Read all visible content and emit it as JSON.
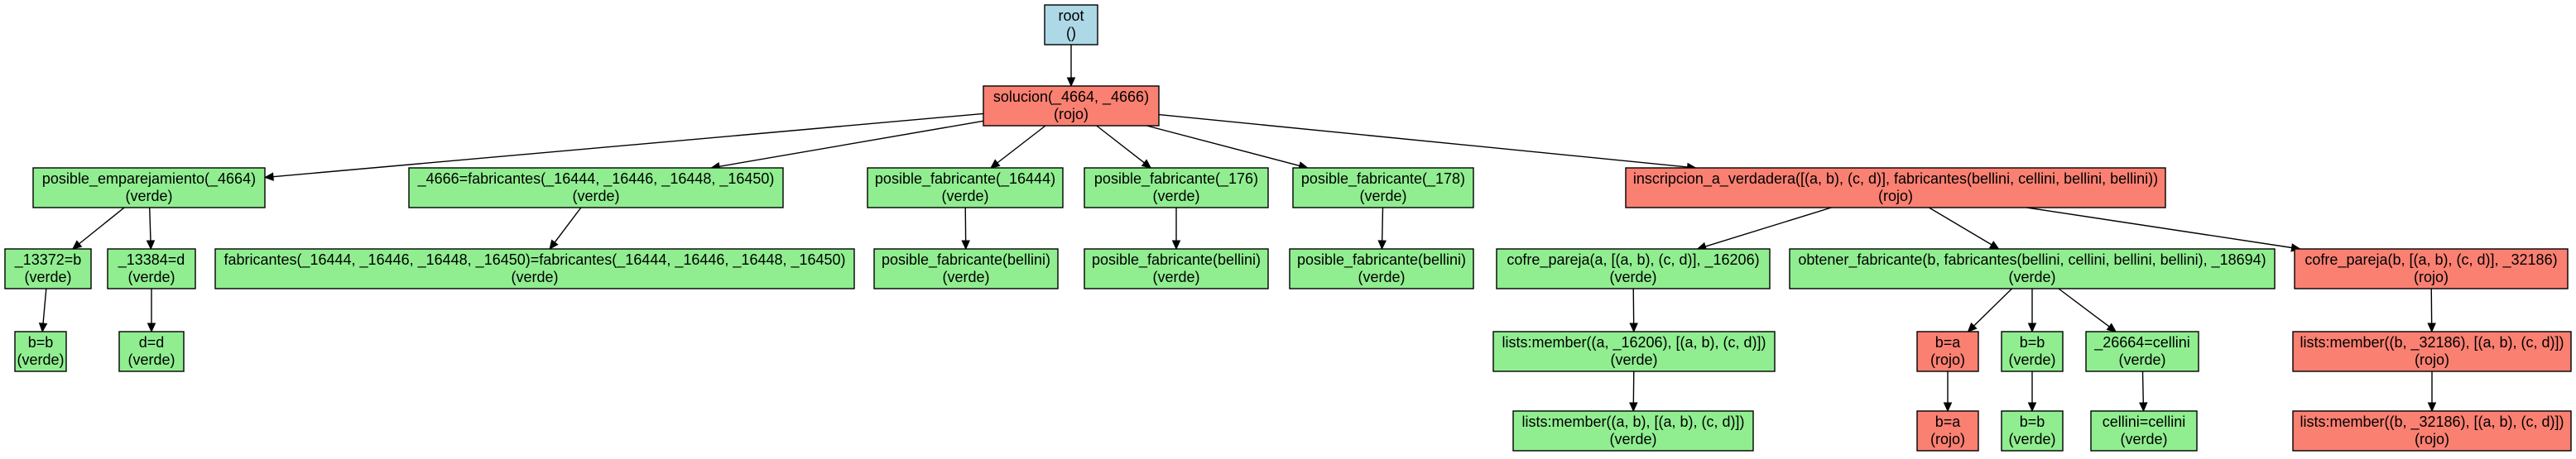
{
  "colors": {
    "root": "#add8e6",
    "verde": "#90ee90",
    "rojo": "#fa8072"
  },
  "nodes": [
    {
      "id": "root",
      "color": "root",
      "line1": "root",
      "line2": "()"
    },
    {
      "id": "solucion",
      "color": "rojo",
      "line1": "solucion(_4664, _4666)",
      "line2": "(rojo)"
    },
    {
      "id": "posible-emparejamiento",
      "color": "verde",
      "line1": "posible_emparejamiento(_4664)",
      "line2": "(verde)"
    },
    {
      "id": "eq-13372",
      "color": "verde",
      "line1": "_13372=b",
      "line2": "(verde)"
    },
    {
      "id": "b-eq-b-1",
      "color": "verde",
      "line1": "b=b",
      "line2": "(verde)"
    },
    {
      "id": "eq-13384",
      "color": "verde",
      "line1": "_13384=d",
      "line2": "(verde)"
    },
    {
      "id": "d-eq-d",
      "color": "verde",
      "line1": "d=d",
      "line2": "(verde)"
    },
    {
      "id": "eq-4666-fabricantes",
      "color": "verde",
      "line1": "_4666=fabricantes(_16444, _16446, _16448, _16450)",
      "line2": "(verde)"
    },
    {
      "id": "fabricantes-eq-fabricantes",
      "color": "verde",
      "line1": "fabricantes(_16444, _16446, _16448, _16450)=fabricantes(_16444, _16446, _16448, _16450)",
      "line2": "(verde)"
    },
    {
      "id": "posible-fabricante-16444",
      "color": "verde",
      "line1": "posible_fabricante(_16444)",
      "line2": "(verde)"
    },
    {
      "id": "posible-fabricante-bellini-1",
      "color": "verde",
      "line1": "posible_fabricante(bellini)",
      "line2": "(verde)"
    },
    {
      "id": "posible-fabricante-176",
      "color": "verde",
      "line1": "posible_fabricante(_176)",
      "line2": "(verde)"
    },
    {
      "id": "posible-fabricante-bellini-2",
      "color": "verde",
      "line1": "posible_fabricante(bellini)",
      "line2": "(verde)"
    },
    {
      "id": "posible-fabricante-178",
      "color": "verde",
      "line1": "posible_fabricante(_178)",
      "line2": "(verde)"
    },
    {
      "id": "posible-fabricante-bellini-3",
      "color": "verde",
      "line1": "posible_fabricante(bellini)",
      "line2": "(verde)"
    },
    {
      "id": "inscripcion-a-verdadera",
      "color": "rojo",
      "line1": "inscripcion_a_verdadera([(a, b), (c, d)], fabricantes(bellini, cellini, bellini, bellini))",
      "line2": "(rojo)"
    },
    {
      "id": "cofre-pareja-a",
      "color": "verde",
      "line1": "cofre_pareja(a, [(a, b), (c, d)], _16206)",
      "line2": "(verde)"
    },
    {
      "id": "member-a-16206",
      "color": "verde",
      "line1": "lists:member((a, _16206), [(a, b), (c, d)])",
      "line2": "(verde)"
    },
    {
      "id": "member-a-b",
      "color": "verde",
      "line1": "lists:member((a, b), [(a, b), (c, d)])",
      "line2": "(verde)"
    },
    {
      "id": "obtener-fabricante",
      "color": "verde",
      "line1": "obtener_fabricante(b, fabricantes(bellini, cellini, bellini, bellini), _18694)",
      "line2": "(verde)"
    },
    {
      "id": "b-eq-a-1",
      "color": "rojo",
      "line1": "b=a",
      "line2": "(rojo)"
    },
    {
      "id": "b-eq-a-2",
      "color": "rojo",
      "line1": "b=a",
      "line2": "(rojo)"
    },
    {
      "id": "b-eq-b-2",
      "color": "verde",
      "line1": "b=b",
      "line2": "(verde)"
    },
    {
      "id": "b-eq-b-3",
      "color": "verde",
      "line1": "b=b",
      "line2": "(verde)"
    },
    {
      "id": "eq-26664-cellini",
      "color": "verde",
      "line1": "_26664=cellini",
      "line2": "(verde)"
    },
    {
      "id": "cellini-eq-cellini",
      "color": "verde",
      "line1": "cellini=cellini",
      "line2": "(verde)"
    },
    {
      "id": "cofre-pareja-b",
      "color": "rojo",
      "line1": "cofre_pareja(b, [(a, b), (c, d)], _32186)",
      "line2": "(rojo)"
    },
    {
      "id": "member-b-32186-1",
      "color": "rojo",
      "line1": "lists:member((b, _32186), [(a, b), (c, d)])",
      "line2": "(rojo)"
    },
    {
      "id": "member-b-32186-2",
      "color": "rojo",
      "line1": "lists:member((b, _32186), [(a, b), (c, d)])",
      "line2": "(rojo)"
    }
  ],
  "edges": [
    [
      "root",
      "solucion"
    ],
    [
      "solucion",
      "posible-emparejamiento"
    ],
    [
      "solucion",
      "eq-4666-fabricantes"
    ],
    [
      "solucion",
      "posible-fabricante-16444"
    ],
    [
      "solucion",
      "posible-fabricante-176"
    ],
    [
      "solucion",
      "posible-fabricante-178"
    ],
    [
      "solucion",
      "inscripcion-a-verdadera"
    ],
    [
      "posible-emparejamiento",
      "eq-13372"
    ],
    [
      "posible-emparejamiento",
      "eq-13384"
    ],
    [
      "eq-13372",
      "b-eq-b-1"
    ],
    [
      "eq-13384",
      "d-eq-d"
    ],
    [
      "eq-4666-fabricantes",
      "fabricantes-eq-fabricantes"
    ],
    [
      "posible-fabricante-16444",
      "posible-fabricante-bellini-1"
    ],
    [
      "posible-fabricante-176",
      "posible-fabricante-bellini-2"
    ],
    [
      "posible-fabricante-178",
      "posible-fabricante-bellini-3"
    ],
    [
      "inscripcion-a-verdadera",
      "cofre-pareja-a"
    ],
    [
      "inscripcion-a-verdadera",
      "obtener-fabricante"
    ],
    [
      "inscripcion-a-verdadera",
      "cofre-pareja-b"
    ],
    [
      "cofre-pareja-a",
      "member-a-16206"
    ],
    [
      "member-a-16206",
      "member-a-b"
    ],
    [
      "obtener-fabricante",
      "b-eq-a-1"
    ],
    [
      "obtener-fabricante",
      "b-eq-b-2"
    ],
    [
      "obtener-fabricante",
      "eq-26664-cellini"
    ],
    [
      "b-eq-a-1",
      "b-eq-a-2"
    ],
    [
      "b-eq-b-2",
      "b-eq-b-3"
    ],
    [
      "eq-26664-cellini",
      "cellini-eq-cellini"
    ],
    [
      "cofre-pareja-b",
      "member-b-32186-1"
    ],
    [
      "member-b-32186-1",
      "member-b-32186-2"
    ]
  ]
}
